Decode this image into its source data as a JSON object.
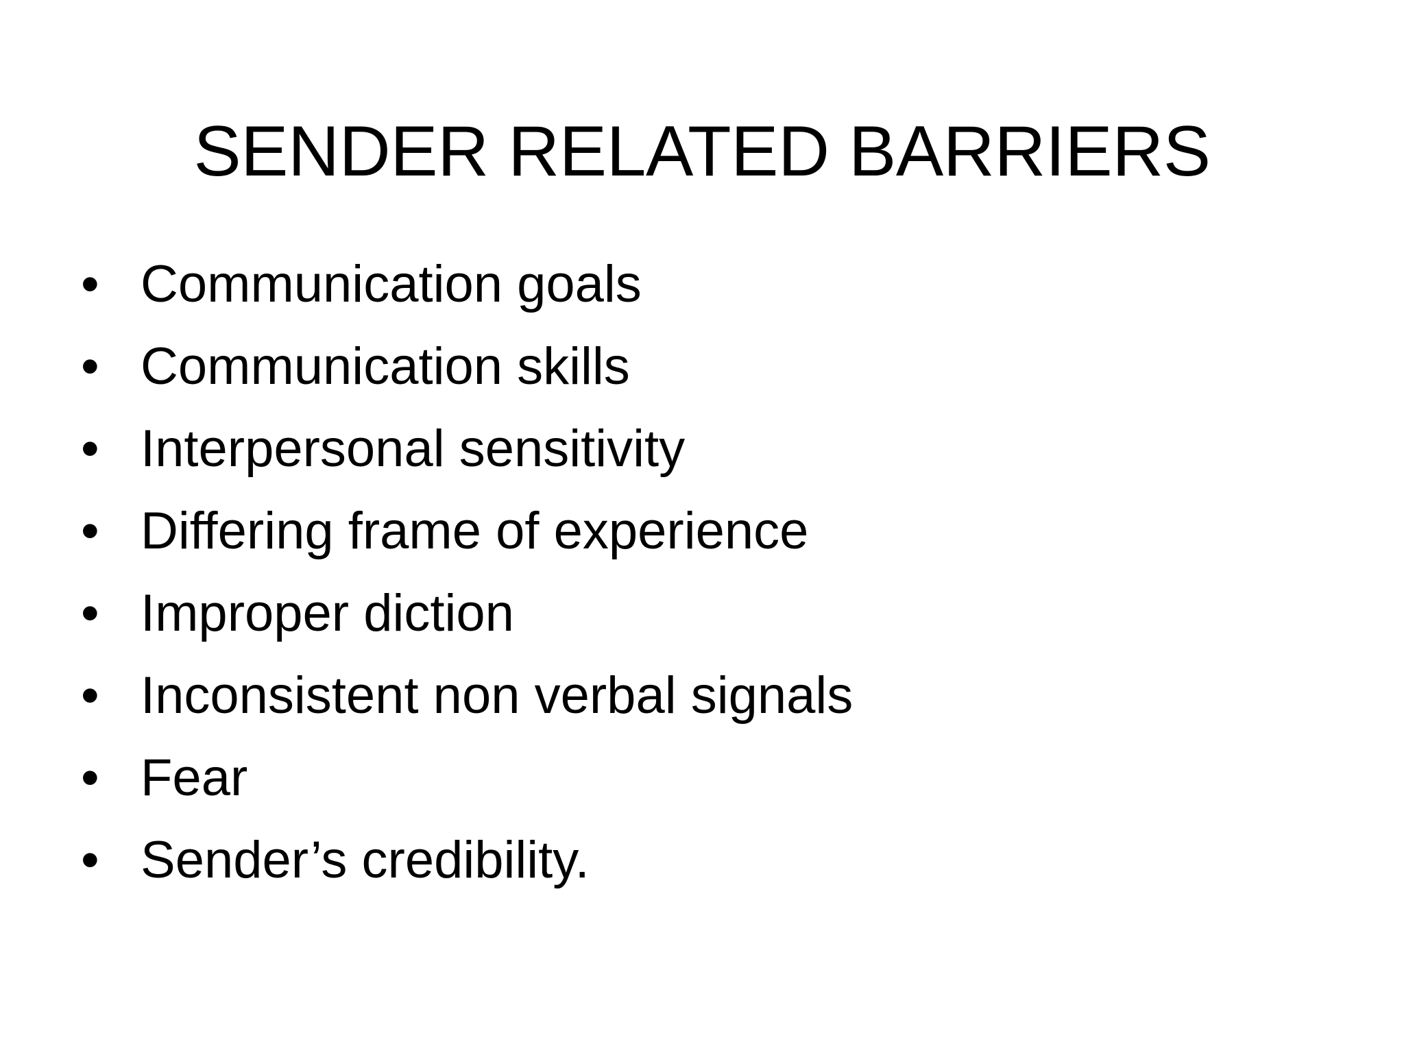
{
  "slide": {
    "background_color": "#FFFFFF",
    "text_color": "#000000",
    "title": "SENDER RELATED BARRIERS",
    "bullet_marker": "•",
    "bullets": [
      {
        "text": "Communication goals"
      },
      {
        "text": "Communication skills"
      },
      {
        "text": "Interpersonal sensitivity"
      },
      {
        "text": "Differing frame of experience"
      },
      {
        "text": "Improper diction"
      },
      {
        "text": "Inconsistent non verbal signals"
      },
      {
        "text": "Fear"
      },
      {
        "text": "Sender’s credibility."
      }
    ]
  }
}
